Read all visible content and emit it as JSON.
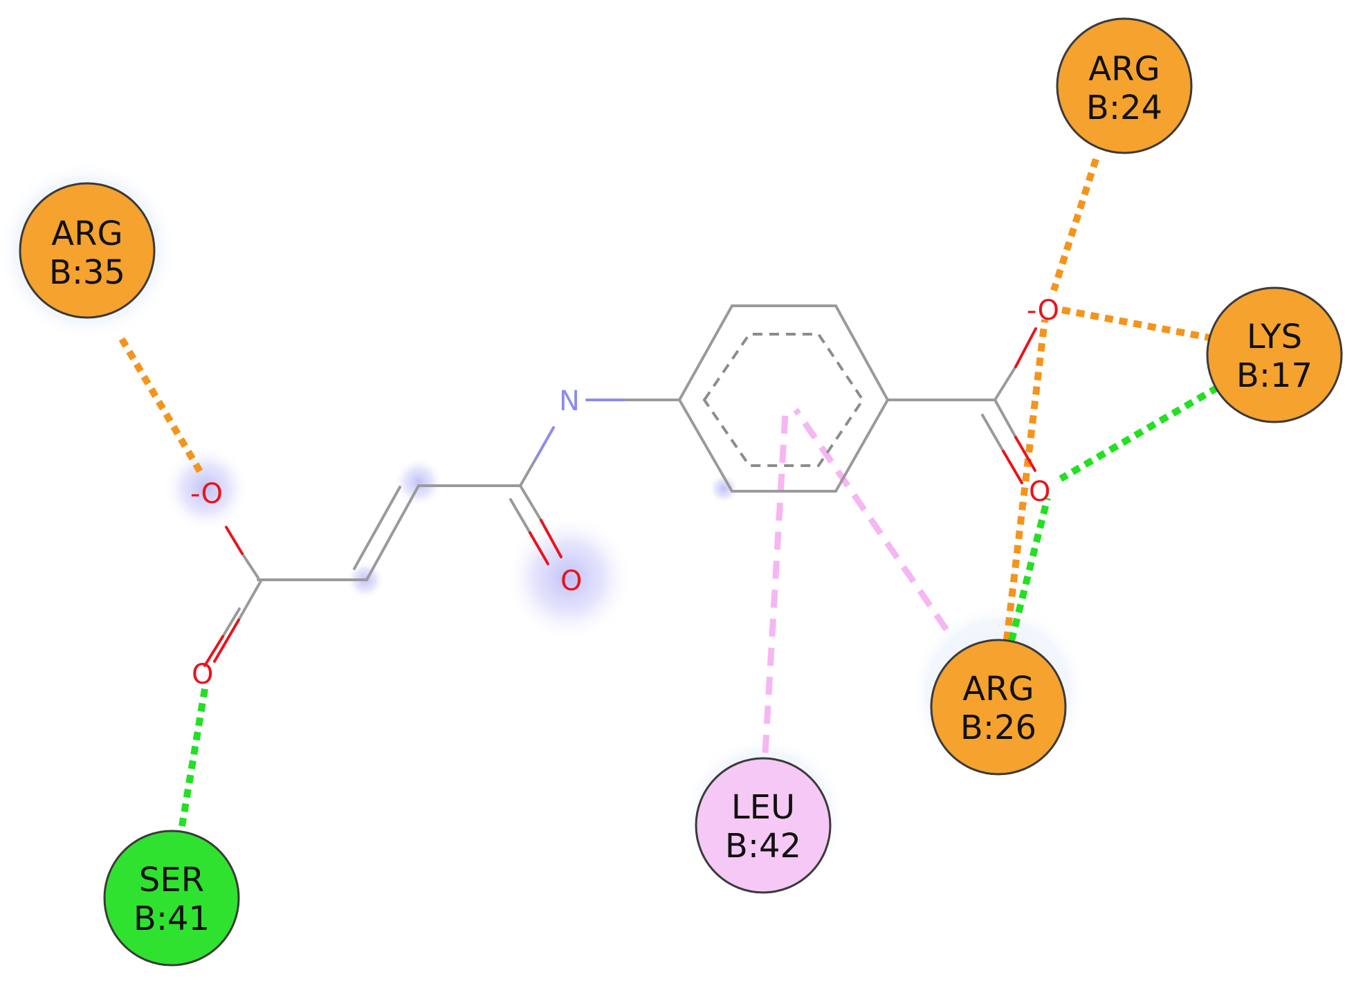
{
  "residues": [
    {
      "id": "arg-b35",
      "name": "ARG",
      "chain_pos": "B:35",
      "color": "#f5a22e"
    },
    {
      "id": "arg-b24",
      "name": "ARG",
      "chain_pos": "B:24",
      "color": "#f5a22e"
    },
    {
      "id": "lys-b17",
      "name": "LYS",
      "chain_pos": "B:17",
      "color": "#f5a22e"
    },
    {
      "id": "arg-b26",
      "name": "ARG",
      "chain_pos": "B:26",
      "color": "#f5a22e"
    },
    {
      "id": "leu-b42",
      "name": "LEU",
      "chain_pos": "B:42",
      "color": "#f5c8f5"
    },
    {
      "id": "ser-b41",
      "name": "SER",
      "chain_pos": "B:41",
      "color": "#2fe22f"
    }
  ],
  "atoms": {
    "o_carboxylate_left": "-O",
    "o_carbonyl_left": "O",
    "o_amide": "O",
    "n_amide": "N",
    "o_carboxylate_right": "-O",
    "o_carbonyl_right": "O"
  },
  "interaction_colors": {
    "attractive_charge": "#f5941c",
    "hydrogen_bond": "#22e022",
    "pi_alkyl": "#f6b6f3"
  }
}
